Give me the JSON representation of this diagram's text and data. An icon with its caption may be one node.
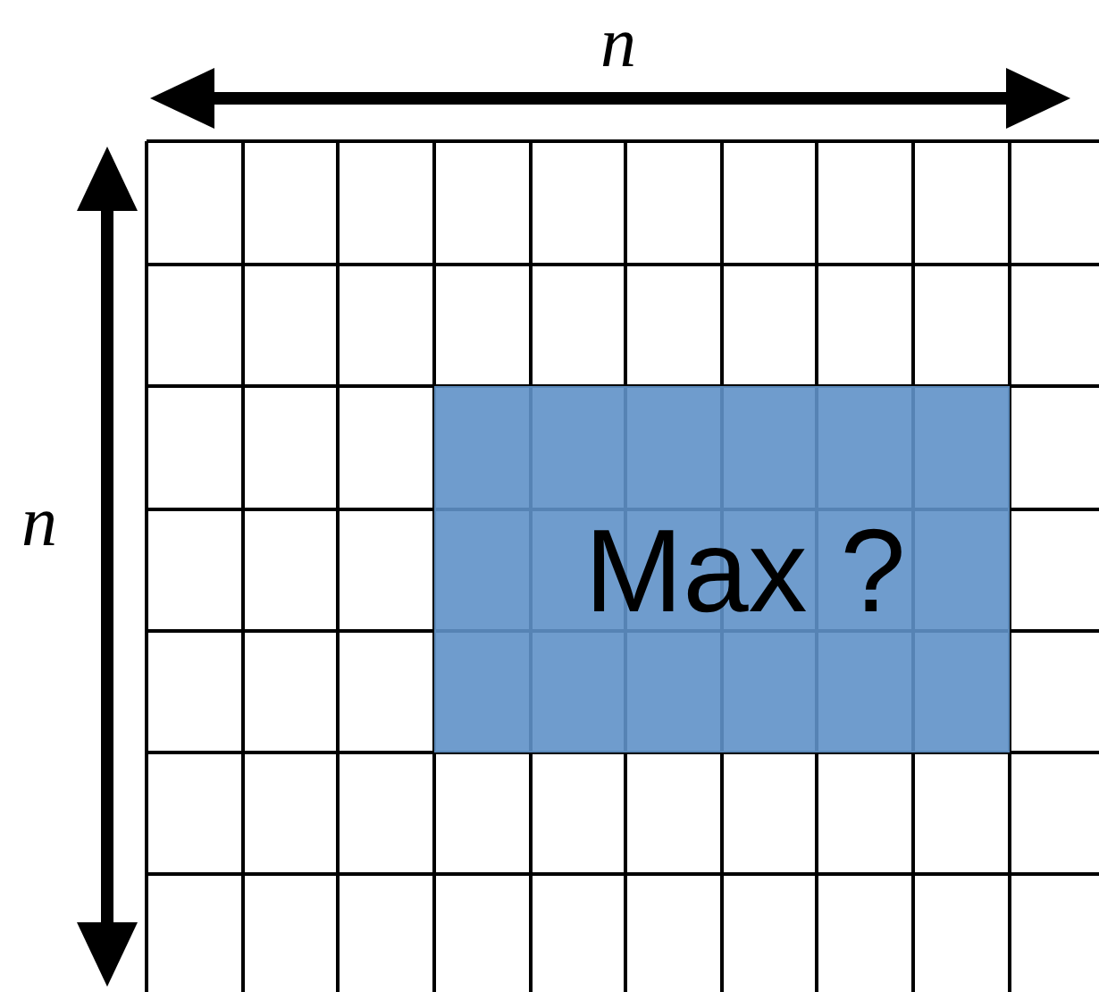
{
  "diagram": {
    "nodes": [
      {
        "text": [
          "Max ?"
        ]
      }
    ],
    "labels": [
      "n",
      "n"
    ]
  }
}
